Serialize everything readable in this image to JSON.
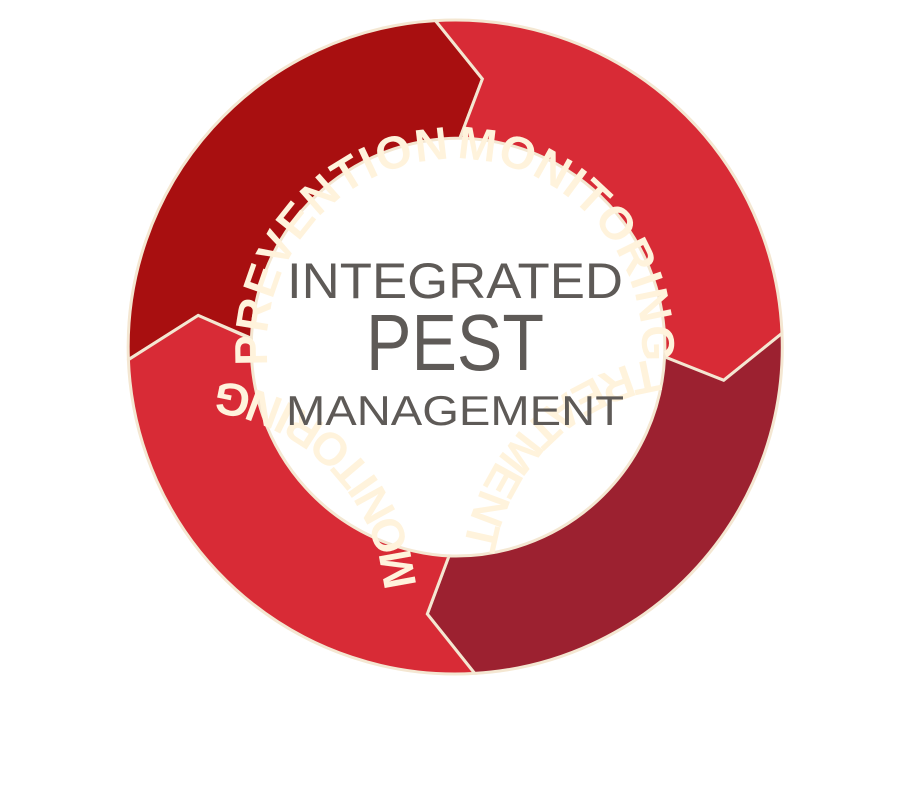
{
  "center": {
    "line1": "INTEGRATED",
    "line2": "PEST",
    "line3": "MANAGEMENT"
  },
  "segments": [
    {
      "id": "prevention",
      "label": "PREVENTION",
      "color": "#a80f10"
    },
    {
      "id": "monitoring-top",
      "label": "MONITORING",
      "color": "#d82b36"
    },
    {
      "id": "treatment",
      "label": "TREATMENT",
      "color": "#9c2130"
    },
    {
      "id": "monitoring-left",
      "label": "MONITORING",
      "color": "#d82b36"
    }
  ],
  "colors": {
    "center_text": "#5e5a57",
    "segment_text": "#fff3dc",
    "segment_border": "#f4e7d2"
  }
}
